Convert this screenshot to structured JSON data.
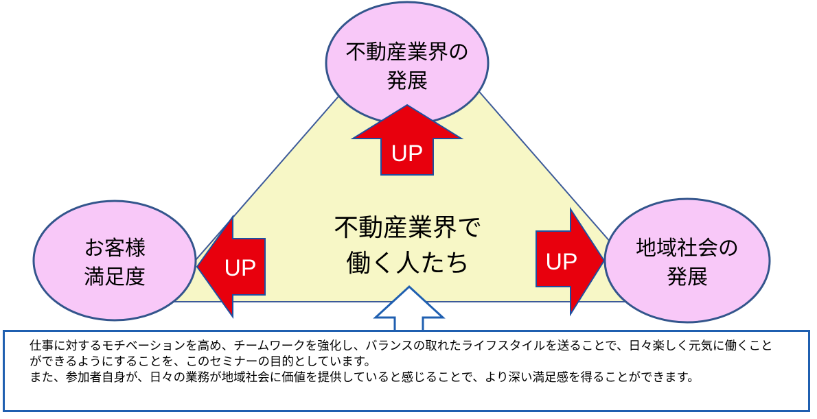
{
  "nodes": {
    "industry": {
      "line1": "不動産業界の",
      "line2": "発展"
    },
    "customer": {
      "line1": "お客様",
      "line2": "満足度"
    },
    "community": {
      "line1": "地域社会の",
      "line2": "発展"
    },
    "center": {
      "line1": "不動産業界で",
      "line2": "働く人たち"
    }
  },
  "arrows": {
    "up_label": "UP"
  },
  "description": {
    "paragraph1": "仕事に対するモチベーションを高め、チームワークを強化し、バランスの取れたライフスタイルを送ることで、日々楽しく元気に働くことができるようにすることを、このセミナーの目的としています。",
    "paragraph2": "また、参加者自身が、日々の業務が地域社会に価値を提供していると感じることで、より深い満足感を得ることができます。"
  },
  "colors": {
    "triangle_fill": "#f7f7c6",
    "triangle_stroke": "#3c5a99",
    "ellipse_fill": "#f8c8f8",
    "ellipse_stroke": "#33558c",
    "arrow_red": "#e8000d",
    "arrow_stroke": "#1f4fa0",
    "box_border": "#1f5fb0"
  }
}
